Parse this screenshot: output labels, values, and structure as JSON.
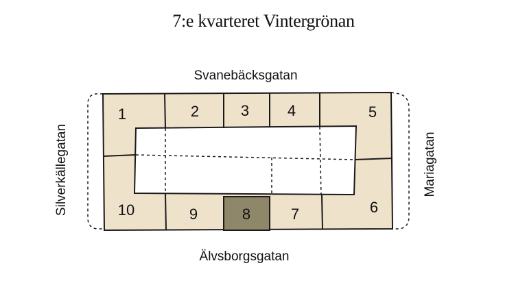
{
  "title": "7:e kvarteret Vintergrönan",
  "streets": {
    "north": "Svanebäcksgatan",
    "south": "Älvsborgsgatan",
    "west": "Silverkällegatan",
    "east": "Mariagatan"
  },
  "lots": {
    "1": "1",
    "2": "2",
    "3": "3",
    "4": "4",
    "5": "5",
    "6": "6",
    "7": "7",
    "8": "8",
    "9": "9",
    "10": "10"
  },
  "highlighted_lot": "8",
  "colors": {
    "lot_fill": "#efe2cb",
    "highlight_fill": "#8e876a",
    "courtyard": "#ffffff",
    "line": "#1a1a1a"
  }
}
